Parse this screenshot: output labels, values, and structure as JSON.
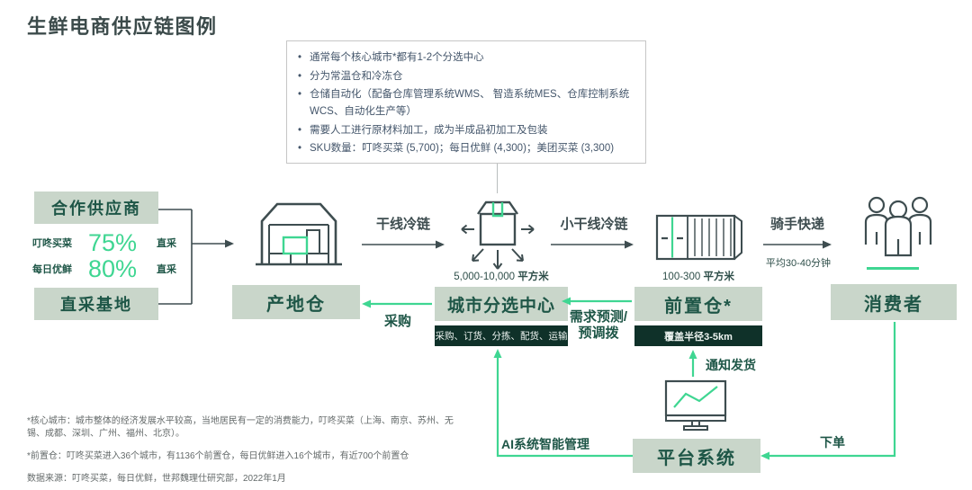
{
  "title": "生鲜电商供应链图例",
  "callout": {
    "bullets": [
      "通常每个核心城市*都有1-2个分选中心",
      "分为常温仓和冷冻仓",
      "仓储自动化（配备仓库管理系统WMS、 智造系统MES、仓库控制系统WCS、自动化生产等）",
      "需要人工进行原材料加工，成为半成品初加工及包装",
      "SKU数量：叮咚买菜 (5,700)；每日优鲜 (4,300)；美团买菜 (3,300)"
    ]
  },
  "suppliers": {
    "partner": "合作供应商",
    "base": "直采基地",
    "stats": [
      {
        "company": "叮咚买菜",
        "value": "75%",
        "note": "直采"
      },
      {
        "company": "每日优鲜",
        "value": "80%",
        "note": "直采"
      }
    ]
  },
  "chain": {
    "origin": {
      "label": "产地仓"
    },
    "sorting": {
      "label": "城市分选中心",
      "area": "5,000-10,000",
      "area_unit": "平方米",
      "functions": "采购、订货、分拣、配货、运输"
    },
    "front": {
      "label": "前置仓*",
      "area": "100-300",
      "area_unit": "平方米",
      "coverage": "覆盖半径3-5km"
    },
    "consumer": {
      "label": "消费者"
    },
    "platform": {
      "label": "平台系统"
    }
  },
  "flows": {
    "trunk": "干线冷链",
    "purchase": "采购",
    "small_trunk": "小干线冷链",
    "forecast_line1": "需求预测/",
    "forecast_line2": "预调拨",
    "rider": "骑手快递",
    "rider_time": "平均30-40分钟",
    "notify": "通知发货",
    "ai": "AI系统智能管理",
    "order": "下单"
  },
  "footnotes": [
    "*核心城市：城市整体的经济发展水平较高，当地居民有一定的消费能力，叮咚买菜（上海、南京、苏州、无锡、成都、深圳、广州、福州、北京）。",
    "*前置仓：叮咚买菜进入36个城市，有1136个前置仓，每日优鲜进入16个城市，有近700个前置仓",
    "数据来源：叮咚买菜，每日优鲜，世邦魏理仕研究部，2022年1月"
  ],
  "colors": {
    "accent": "#3fd692",
    "sage": "#c9d6ca",
    "dark_green": "#1e5647",
    "dark_box": "#0f3129",
    "slate": "#3e4d50"
  }
}
